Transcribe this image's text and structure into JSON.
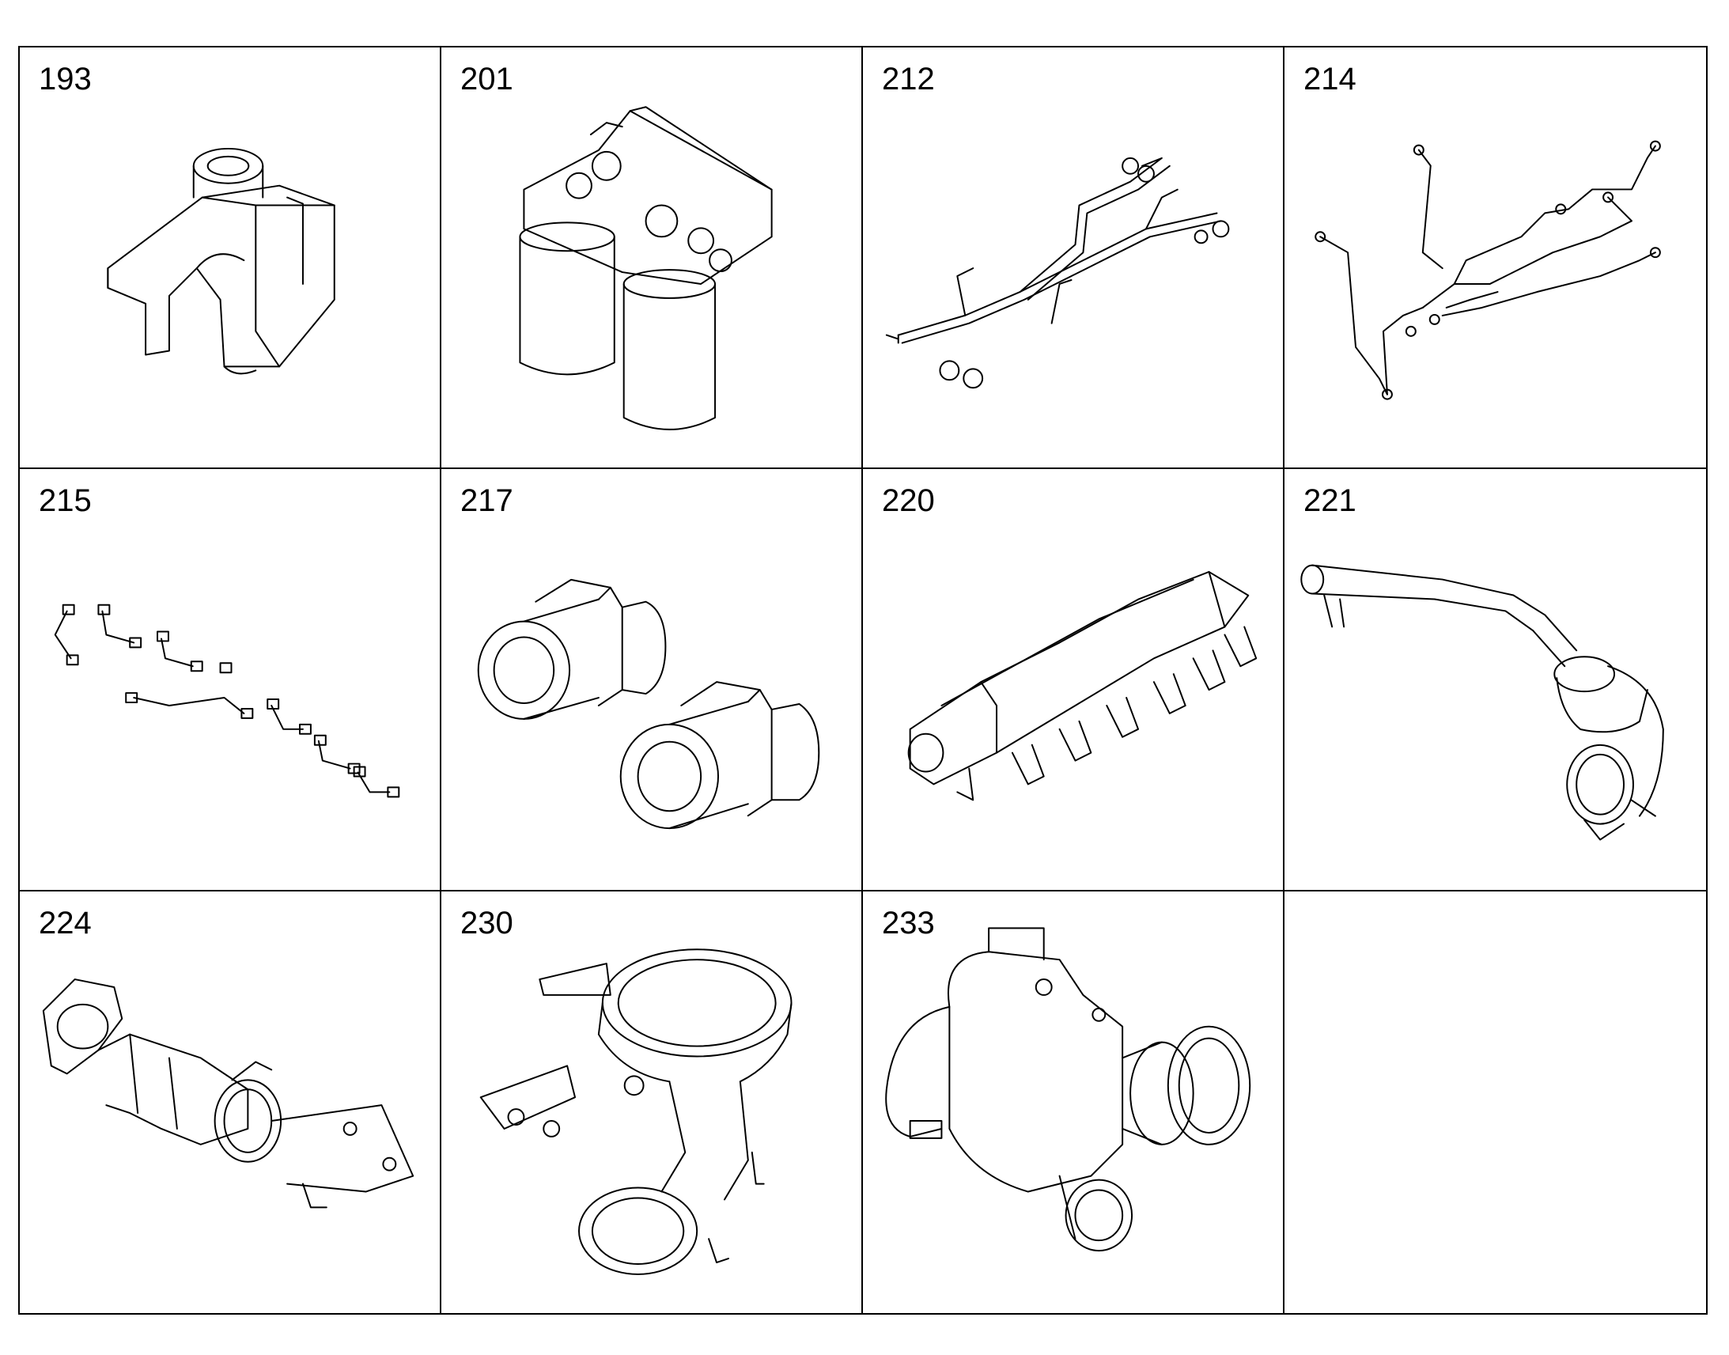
{
  "parts": [
    {
      "number": "193",
      "icon": "yoke-fork-icon"
    },
    {
      "number": "201",
      "icon": "dual-fuel-filter-icon"
    },
    {
      "number": "212",
      "icon": "fuel-line-manifold-icon"
    },
    {
      "number": "214",
      "icon": "injection-pipe-harness-icon"
    },
    {
      "number": "215",
      "icon": "fuel-pipe-set-icon"
    },
    {
      "number": "217",
      "icon": "pipe-union-fittings-icon"
    },
    {
      "number": "220",
      "icon": "intake-manifold-icon"
    },
    {
      "number": "221",
      "icon": "coolant-pipe-icon"
    },
    {
      "number": "224",
      "icon": "egr-valve-assembly-icon"
    },
    {
      "number": "230",
      "icon": "exhaust-elbow-icon"
    },
    {
      "number": "233",
      "icon": "turbo-outlet-housing-icon"
    },
    {
      "number": "",
      "icon": ""
    }
  ]
}
